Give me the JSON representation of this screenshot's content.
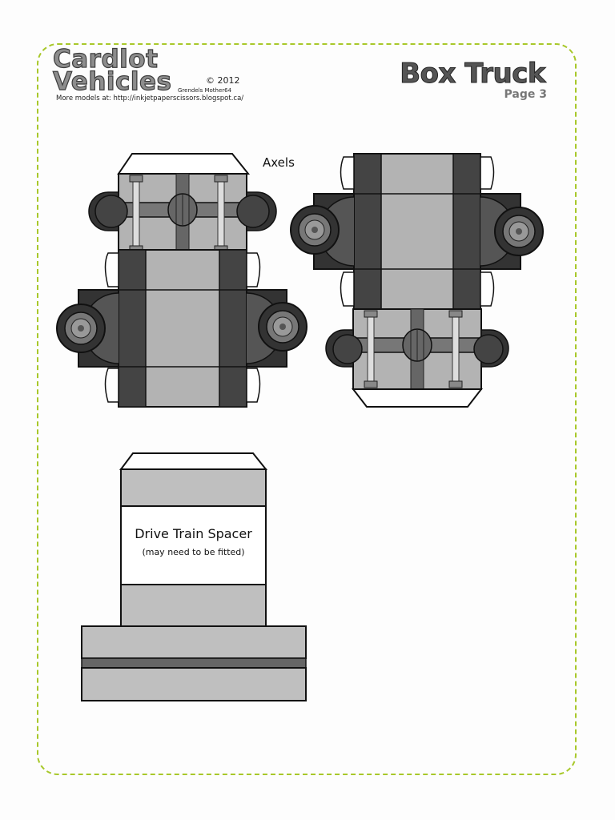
{
  "brand": {
    "line1": "Cardlot",
    "line2": "Vehicles",
    "copyright": "© 2012",
    "authors": "Grendels  Mother64",
    "more_models": "More models at: http://inkjetpaperscissors.blogspot.ca/"
  },
  "header": {
    "title": "Box Truck",
    "page": "Page 3"
  },
  "labels": {
    "axels": "Axels",
    "spacer_title": "Drive Train Spacer",
    "spacer_note": "(may need to be fitted)"
  },
  "colors": {
    "border": "#a8c82a",
    "light_gray": "#b3b3b3",
    "dark_gray": "#444444",
    "mid_gray": "#777777"
  }
}
